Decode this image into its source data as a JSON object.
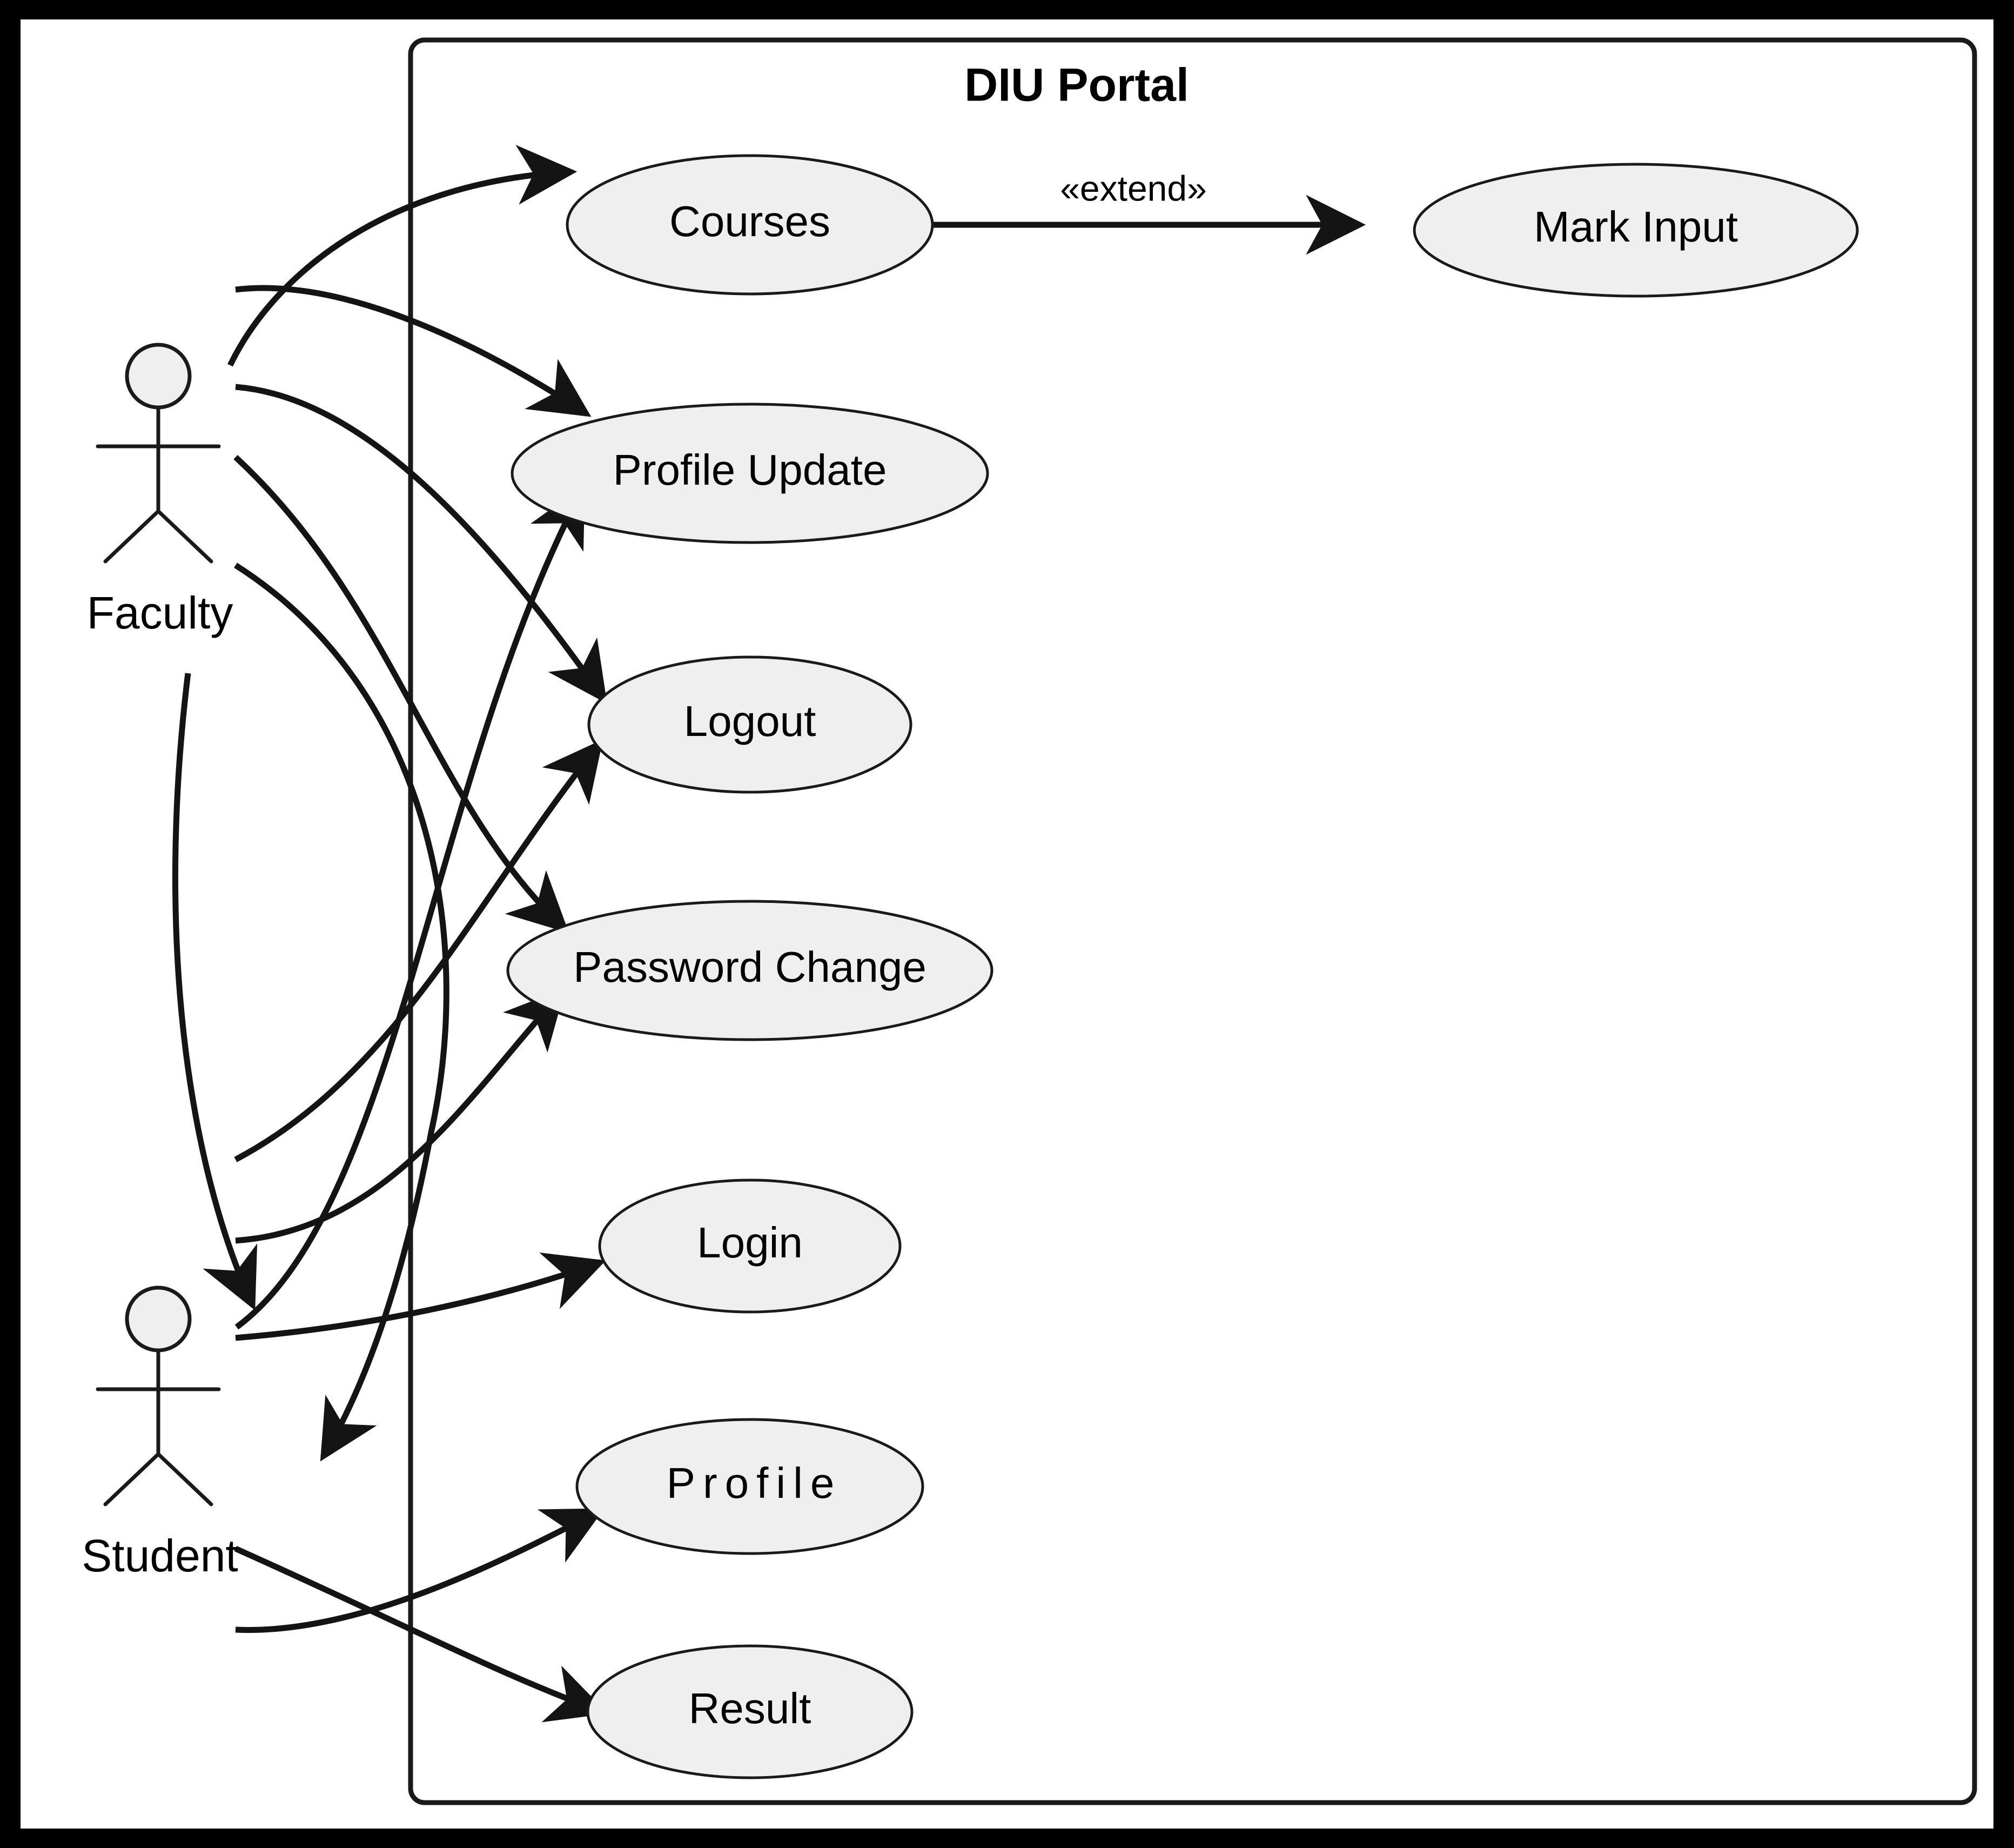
{
  "diagram": {
    "type": "uml-use-case-diagram",
    "system_boundary_title": "DIU Portal",
    "background_color": "#ffffff",
    "frame_color": "#000000",
    "node_fill": "#efefef",
    "node_stroke": "#1a1a1a"
  },
  "actors": [
    {
      "id": "faculty",
      "label": "Faculty"
    },
    {
      "id": "student",
      "label": "Student"
    }
  ],
  "use_cases": [
    {
      "id": "courses",
      "label": "Courses",
      "spaced": false
    },
    {
      "id": "mark_input",
      "label": "Mark Input",
      "spaced": false
    },
    {
      "id": "profile_update",
      "label": "Profile Update",
      "spaced": false
    },
    {
      "id": "logout",
      "label": "Logout",
      "spaced": false
    },
    {
      "id": "password_change",
      "label": "Password Change",
      "spaced": false
    },
    {
      "id": "login",
      "label": "Login",
      "spaced": false
    },
    {
      "id": "profile",
      "label": "Profile",
      "spaced": true
    },
    {
      "id": "result",
      "label": "Result",
      "spaced": false
    }
  ],
  "relationships": {
    "stereotype_extend": "«extend»",
    "extend_from": "Courses",
    "extend_to": "Mark Input",
    "faculty_associations": [
      "Courses",
      "Profile Update",
      "Logout",
      "Password Change",
      "Login",
      "Profile"
    ],
    "student_associations": [
      "Profile Update",
      "Logout",
      "Password Change",
      "Login",
      "Profile",
      "Result"
    ]
  }
}
